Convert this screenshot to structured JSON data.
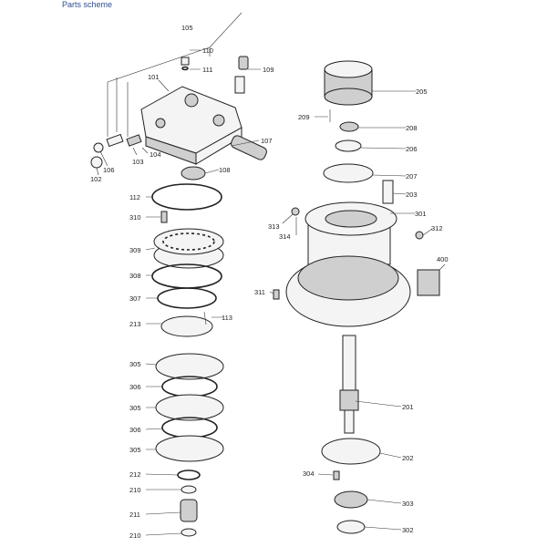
{
  "header": {
    "title": "Parts scheme"
  },
  "labels": {
    "l105": "105",
    "l110": "110",
    "l111": "111",
    "l109": "109",
    "l101": "101",
    "l107": "107",
    "l103": "103",
    "l104": "104",
    "l106": "106",
    "l102": "102",
    "l108": "108",
    "l112": "112",
    "l310": "310",
    "l309": "309",
    "l308": "308",
    "l307": "307",
    "l113": "113",
    "l213": "213",
    "l305a": "305",
    "l306a": "306",
    "l305b": "305",
    "l306b": "306",
    "l305c": "305",
    "l212": "212",
    "l210a": "210",
    "l211": "211",
    "l210b": "210",
    "l205": "205",
    "l209": "209",
    "l208": "208",
    "l206": "206",
    "l207": "207",
    "l203": "203",
    "l301": "301",
    "l312": "312",
    "l313": "313",
    "l314": "314",
    "l400": "400",
    "l311": "311",
    "l201": "201",
    "l202": "202",
    "l304": "304",
    "l303": "303",
    "l302": "302"
  }
}
